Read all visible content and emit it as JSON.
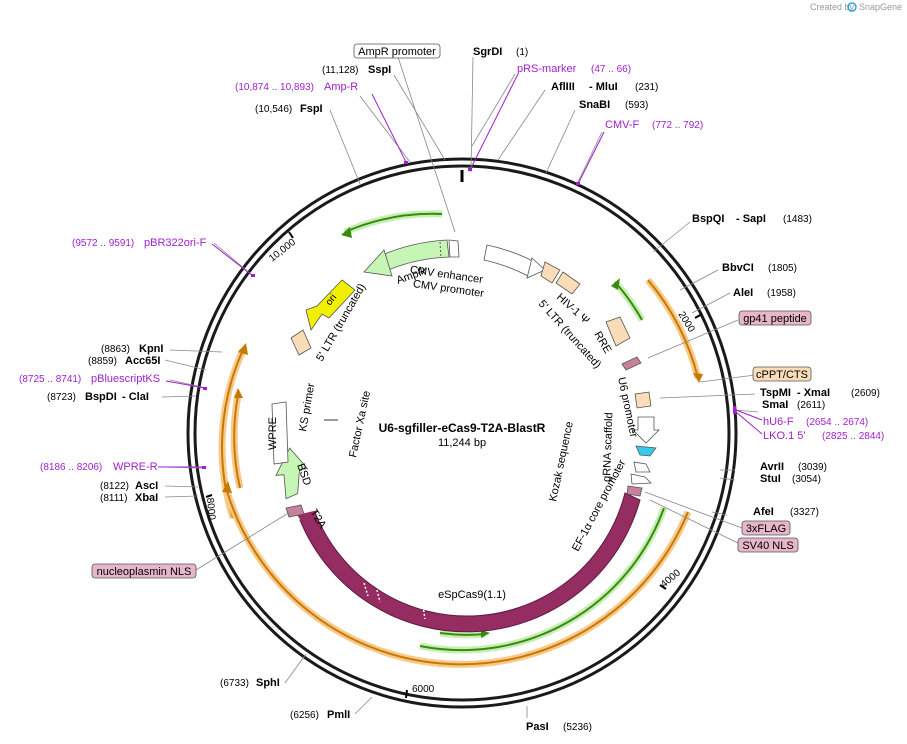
{
  "credit": {
    "created_by": "Created by",
    "brand": "SnapGene"
  },
  "plasmid": {
    "name": "U6-sgfiller-eCas9-T2A-BlastR",
    "size": "11,244 bp"
  },
  "ticks": {
    "t2000": "2000",
    "t4000": "4000",
    "t6000": "6000",
    "t8000": "8000",
    "t10000": "10,000"
  },
  "sites": {
    "sgrdi_name": "SgrDI",
    "sgrdi_pos": "(1)",
    "sspi_pos": "(11,128)",
    "sspi_name": "SspI",
    "fspi_pos": "(10,546)",
    "fspi_name": "FspI",
    "afliii_name": "AflIII",
    "mlui_name": "- MluI",
    "afliii_pos": "(231)",
    "snabi_name": "SnaBI",
    "snabi_pos": "(593)",
    "bspqi_name": "BspQI",
    "sapi_name": "- SapI",
    "bspqi_pos": "(1483)",
    "bbvci_name": "BbvCI",
    "bbvci_pos": "(1805)",
    "alei_name": "AleI",
    "alei_pos": "(1958)",
    "tspmi_name": "TspMI",
    "xmai_name": "- XmaI",
    "tspmi_pos": "(2609)",
    "smai_name": "SmaI",
    "smai_pos": "(2611)",
    "avrii_name": "AvrII",
    "avrii_pos": "(3039)",
    "stui_name": "StuI",
    "stui_pos": "(3054)",
    "afei_name": "AfeI",
    "afei_pos": "(3327)",
    "pasi_name": "PasI",
    "pasi_pos": "(5236)",
    "pmli_pos": "(6256)",
    "pmli_name": "PmlI",
    "sphi_pos": "(6733)",
    "sphi_name": "SphI",
    "asci_pos": "(8122)",
    "asci_name": "AscI",
    "xbai_pos": "(8111)",
    "xbai_name": "XbaI",
    "bspdi_pos": "(8723)",
    "bspdi_name": "BspDI",
    "clai_name": "- ClaI",
    "acc65i_pos": "(8859)",
    "acc65i_name": "Acc65I",
    "kpni_pos": "(8863)",
    "kpni_name": "KpnI"
  },
  "primers": {
    "prs_name": "pRS-marker",
    "prs_pos": "(47 .. 66)",
    "cmvf_name": "CMV-F",
    "cmvf_pos": "(772 .. 792)",
    "ampr_pos": "(10,874 .. 10,893)",
    "ampr_name": "Amp-R",
    "pbr_pos": "(9572 .. 9591)",
    "pbr_name": "pBR322ori-F",
    "pbks_pos": "(8725 .. 8741)",
    "pbks_name": "pBluescriptKS",
    "wpre_pos": "(8186 .. 8206)",
    "wpre_name": "WPRE-R",
    "hu6_name": "hU6-F",
    "hu6_pos": "(2654 .. 2674)",
    "lko_name": "LKO.1 5'",
    "lko_pos": "(2825 .. 2844)"
  },
  "boxes": {
    "ampr_promoter": "AmpR promoter",
    "gp41": "gp41 peptide",
    "cppt": "cPPT/CTS",
    "flag": "3xFLAG",
    "sv40": "SV40 NLS",
    "nucleoplasmin": "nucleoplasmin NLS"
  },
  "features": {
    "cmv_enhancer": "CMV enhancer",
    "cmv_promoter": "CMV promoter",
    "ampr": "AmpR",
    "ori": "ori",
    "ltr5": "5' LTR (truncated)",
    "hiv": "HIV-1 Ψ",
    "rre": "RRE",
    "u6": "U6 promoter",
    "grna": "gRNA scaffold",
    "ef1a": "EF-1α core promoter",
    "kozak": "Kozak sequence",
    "escas9": "eSpCas9(1.1)",
    "t2a": "T2A",
    "bsd": "BSD",
    "wpre": "WPRE",
    "ks": "KS primer",
    "fxa": "Factor Xa site"
  }
}
